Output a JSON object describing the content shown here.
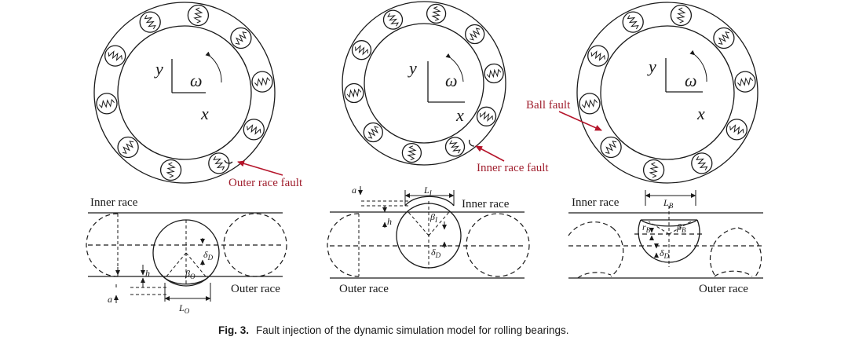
{
  "panels": [
    {
      "id": "outer",
      "axis_x": "x",
      "axis_y": "y",
      "speed": "ω",
      "fault_label": "Outer race fault",
      "inner_race_label": "Inner race",
      "outer_race_label": "Outer race",
      "sym_a": "a",
      "sym_h": "h",
      "sym_L": "L",
      "sym_L_sub": "O",
      "sym_beta": "β",
      "sym_beta_sub": "O",
      "sym_delta": "δ",
      "sym_delta_sub": "D"
    },
    {
      "id": "inner",
      "axis_x": "x",
      "axis_y": "y",
      "speed": "ω",
      "fault_label": "Inner race fault",
      "inner_race_label": "Inner race",
      "outer_race_label": "Outer race",
      "sym_a": "a",
      "sym_h": "h",
      "sym_L": "L",
      "sym_L_sub": "I",
      "sym_beta": "β",
      "sym_beta_sub": "I",
      "sym_delta": "δ",
      "sym_delta_sub": "D"
    },
    {
      "id": "ball",
      "axis_x": "x",
      "axis_y": "y",
      "speed": "ω",
      "fault_label": "Ball fault",
      "inner_race_label": "Inner race",
      "outer_race_label": "Outer race",
      "sym_r": "r",
      "sym_r_sub": "B",
      "sym_L": "L",
      "sym_L_sub": "B",
      "sym_beta": "β",
      "sym_beta_sub": "B",
      "sym_delta": "δ",
      "sym_delta_sub": "D"
    }
  ],
  "caption": {
    "label": "Fig. 3.",
    "text": "Fault injection of the dynamic simulation model for rolling bearings."
  }
}
